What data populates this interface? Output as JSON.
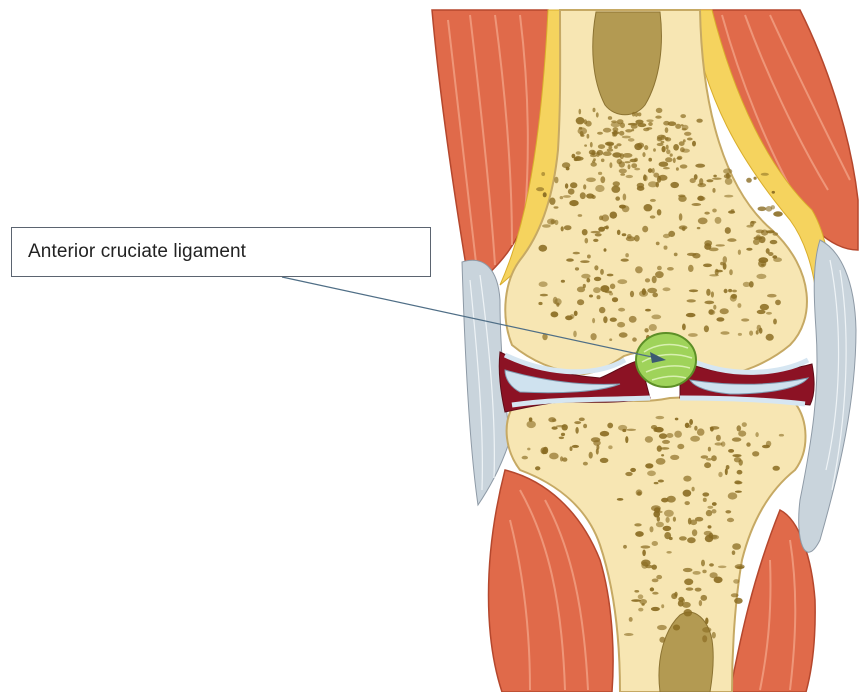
{
  "diagram": {
    "callout": {
      "label": "Anterior cruciate ligament",
      "target": "anterior-cruciate-ligament"
    },
    "structures": [
      "femur",
      "tibia",
      "bone-marrow-cavity",
      "cancellous-bone",
      "articular-cartilage",
      "meniscus",
      "joint-capsule",
      "collateral-ligament",
      "muscle",
      "fat-layer",
      "anterior-cruciate-ligament"
    ],
    "colors": {
      "muscle": "#e06a4a",
      "muscle_stripe": "#f2a285",
      "bone": "#f7e6b3",
      "bone_pores": "#8a6c22",
      "marrow": "#b39a52",
      "fat": "#f5d35e",
      "ligament": "#c9d4dc",
      "joint_space": "#8c1224",
      "cartilage": "#cfe2ef",
      "acl": "#9fd35a",
      "leader_line": "#4f6e86"
    }
  }
}
